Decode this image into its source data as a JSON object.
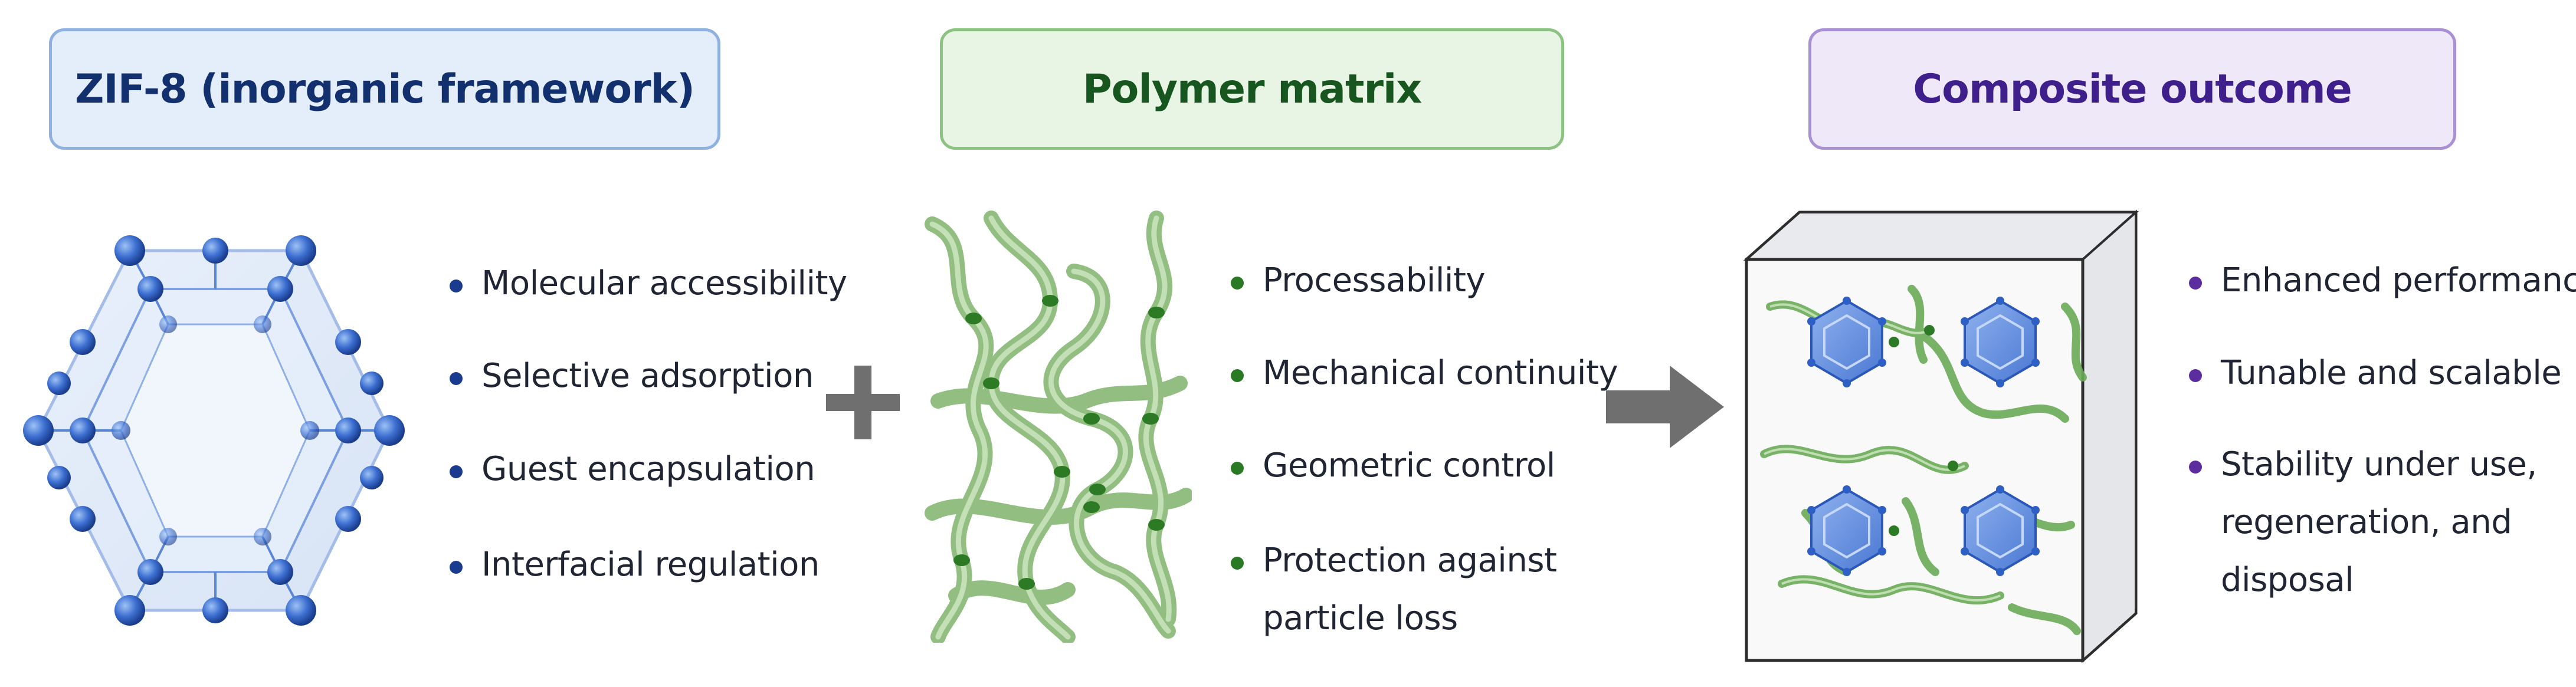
{
  "columns": [
    {
      "title": "ZIF-8 (inorganic framework)",
      "bullets": [
        "Molecular accessibility",
        "Selective adsorption",
        "Guest encapsulation",
        "Interfacial regulation"
      ]
    },
    {
      "title": "Polymer matrix",
      "bullets": [
        "Processability",
        "Mechanical continuity",
        "Geometric control",
        "Protection against",
        "particle loss"
      ]
    },
    {
      "title": "Composite outcome",
      "bullets": [
        "Enhanced performance",
        "Tunable and scalable",
        "Stability under use,",
        "regeneration, and",
        "disposal"
      ]
    }
  ],
  "colors": {
    "zif_accent": "#1b3b8f",
    "polymer_accent": "#2a7a25",
    "composite_accent": "#5b2d9e",
    "operator": "#6f6f6f"
  },
  "icons": [
    "zif8-cage-icon",
    "plus-icon",
    "polymer-chains-icon",
    "arrow-right-icon",
    "composite-block-icon"
  ]
}
